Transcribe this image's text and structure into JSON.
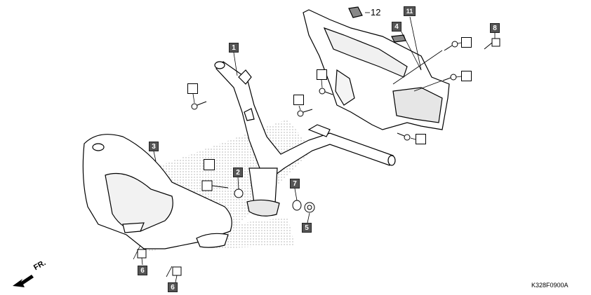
{
  "part_labels": {
    "p1": "1",
    "p2": "2",
    "p3": "3",
    "p4": "4",
    "p5": "5",
    "p6a": "6",
    "p6b": "6",
    "p7": "7",
    "p8": "8",
    "p11": "11",
    "p12": "12"
  },
  "front_indicator": "FR.",
  "diagram_code": "K328F0900A"
}
